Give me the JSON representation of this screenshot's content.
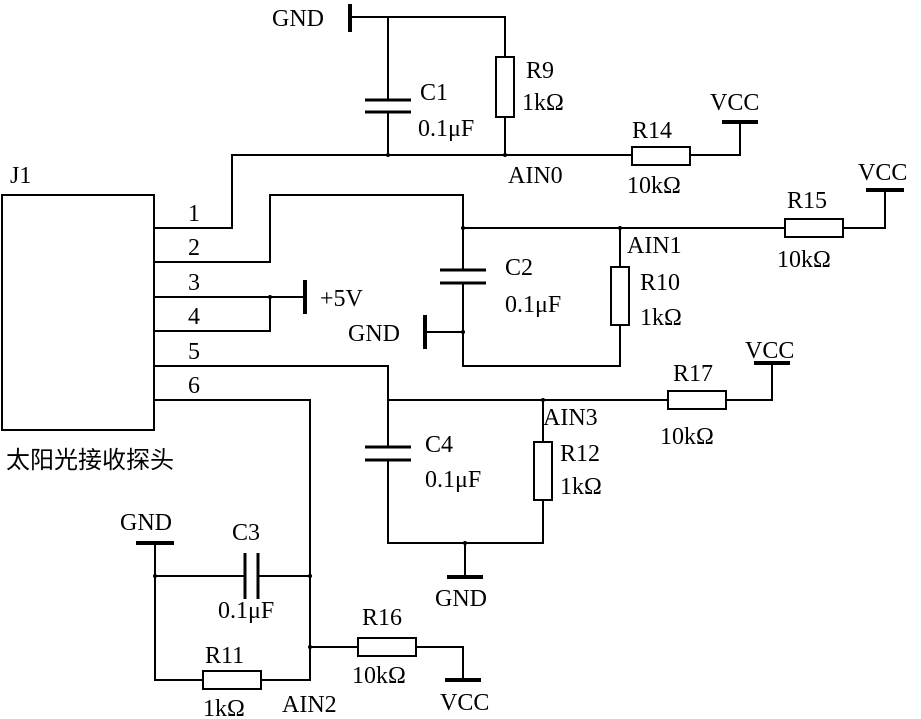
{
  "connector": {
    "ref": "J1",
    "caption": "太阳光接收探头",
    "pins": [
      "1",
      "2",
      "3",
      "4",
      "5",
      "6"
    ]
  },
  "supply": {
    "plus5v": "+5V",
    "gnd": "GND",
    "vcc": "VCC"
  },
  "capacitors": {
    "c1": {
      "ref": "C1",
      "value": "0.1μF"
    },
    "c2": {
      "ref": "C2",
      "value": "0.1μF"
    },
    "c3": {
      "ref": "C3",
      "value": "0.1μF"
    },
    "c4": {
      "ref": "C4",
      "value": "0.1μF"
    }
  },
  "resistors": {
    "r9": {
      "ref": "R9",
      "value": "1kΩ"
    },
    "r10": {
      "ref": "R10",
      "value": "1kΩ"
    },
    "r11": {
      "ref": "R11",
      "value": "1kΩ"
    },
    "r12": {
      "ref": "R12",
      "value": "1kΩ"
    },
    "r14": {
      "ref": "R14",
      "value": "10kΩ"
    },
    "r15": {
      "ref": "R15",
      "value": "10kΩ"
    },
    "r16": {
      "ref": "R16",
      "value": "10kΩ"
    },
    "r17": {
      "ref": "R17",
      "value": "10kΩ"
    }
  },
  "nets": {
    "ain0": "AIN0",
    "ain1": "AIN1",
    "ain2": "AIN2",
    "ain3": "AIN3"
  }
}
